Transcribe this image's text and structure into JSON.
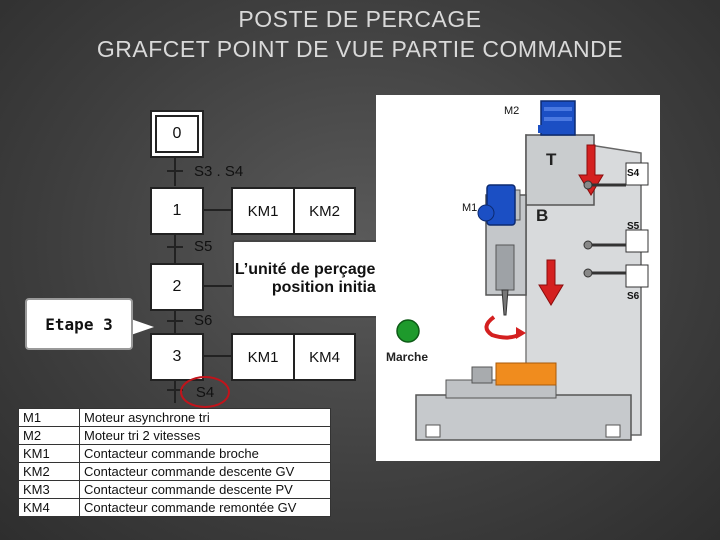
{
  "title": {
    "line1": "POSTE DE PERCAGE",
    "line2": "GRAFCET POINT DE VUE PARTIE COMMANDE"
  },
  "grafcet": {
    "steps": [
      "0",
      "1",
      "2",
      "3"
    ],
    "transitions": [
      "S3 . S4",
      "S5",
      "S6",
      "S4"
    ],
    "actions": {
      "step1": [
        "KM1",
        "KM2"
      ],
      "step3": [
        "KM1",
        "KM4"
      ]
    }
  },
  "callout": {
    "text": "L’unité de perçage est en position initiale"
  },
  "etape_label": "Etape 3",
  "legend": [
    {
      "code": "M1",
      "desc": "Moteur asynchrone tri"
    },
    {
      "code": "M2",
      "desc": "Moteur tri 2 vitesses"
    },
    {
      "code": "KM1",
      "desc": "Contacteur commande broche"
    },
    {
      "code": "KM2",
      "desc": "Contacteur commande descente GV"
    },
    {
      "code": "KM3",
      "desc": "Contacteur commande descente PV"
    },
    {
      "code": "KM4",
      "desc": "Contacteur commande remontée GV"
    }
  ],
  "machine": {
    "labels": {
      "m2": "M2",
      "t": "T",
      "m1": "M1",
      "b": "B",
      "s4": "S4",
      "s5": "S5",
      "s6": "S6",
      "marche": "Marche"
    },
    "colors": {
      "motor_blue": "#1b4fc4",
      "arrow_red": "#d42020",
      "marche_green": "#1e9a2c",
      "workpiece_orange": "#f08c1e"
    }
  }
}
